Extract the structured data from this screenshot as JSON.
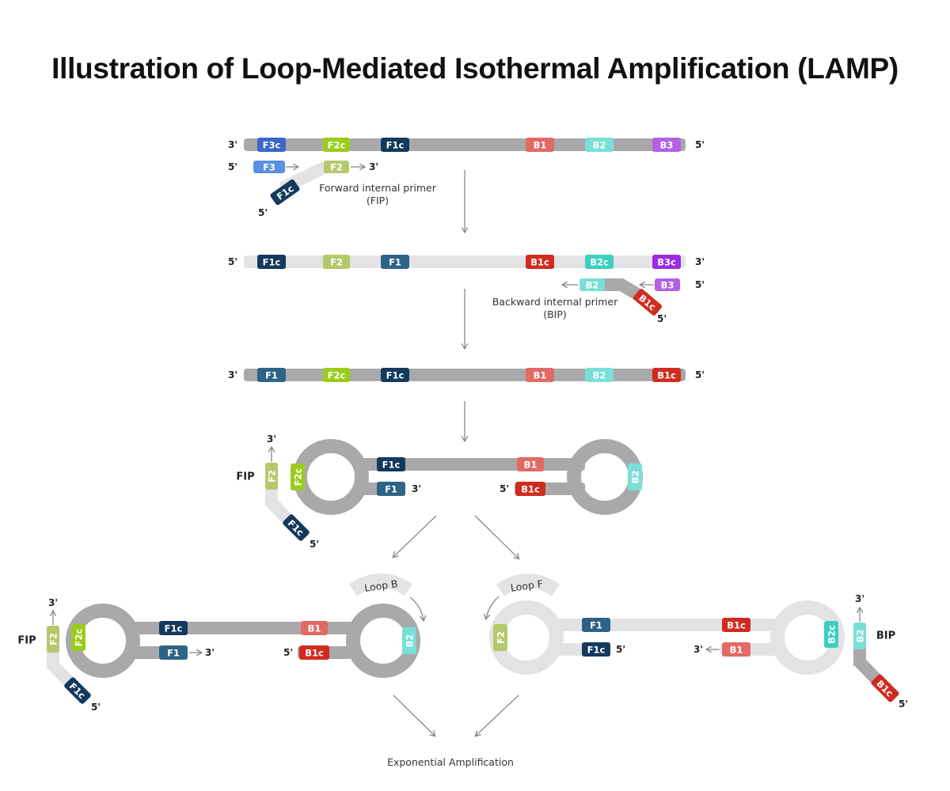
{
  "title": "Illustration of Loop-Mediated Isothermal Amplification (LAMP)",
  "colors": {
    "dark_gray_strand": "#a9a9ac",
    "light_gray_strand": "#e3e3e6",
    "F3": "#5b8fe0",
    "F3c": "#3a67c8",
    "F2": "#b5c96b",
    "F2c": "#9acc1c",
    "F1": "#2e6386",
    "F1c": "#133a5e",
    "B1": "#e26a64",
    "B1c": "#d12b1f",
    "B2": "#78e0d6",
    "B2c": "#3ccfc2",
    "B3": "#b461e3",
    "B3c": "#9c2be0",
    "arrow": "#888888"
  },
  "end_labels": {
    "three_prime": "3'",
    "five_prime": "5'"
  },
  "segments": {
    "F3": "F3",
    "F3c": "F3c",
    "F2": "F2",
    "F2c": "F2c",
    "F1": "F1",
    "F1c": "F1c",
    "B1": "B1",
    "B1c": "B1c",
    "B2": "B2",
    "B2c": "B2c",
    "B3": "B3",
    "B3c": "B3c"
  },
  "captions": {
    "fip": [
      "Forward internal primer",
      "(FIP)"
    ],
    "bip": [
      "Backward internal primer",
      "(BIP)"
    ],
    "fip_short": "FIP",
    "bip_short": "BIP",
    "loop_b": "Loop B",
    "loop_f": "Loop F",
    "exponential": "Exponential Amplification"
  }
}
